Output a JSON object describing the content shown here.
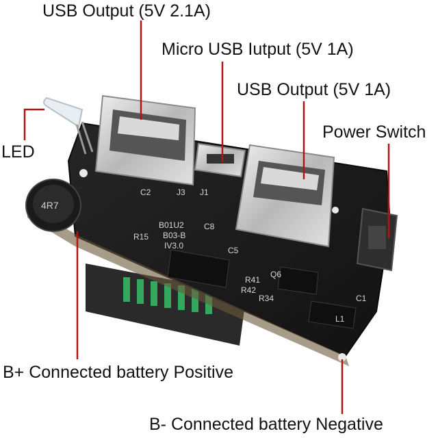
{
  "labels": {
    "usb_output_main": "USB Output (5V 2.1A)",
    "micro_usb": "Micro USB Iutput (5V 1A)",
    "usb_output_second": "USB Output (5V 1A)",
    "power_switch": "Power Switch",
    "led": "LED",
    "battery_positive": "B+ Connected battery Positive",
    "battery_negative": "B- Connected battery Negative"
  },
  "board": {
    "silkscreen": [
      "4R7",
      "B01U2",
      "B03-B",
      "IV3.0",
      "R15",
      "C8",
      "C2",
      "J3",
      "J1",
      "Q6",
      "R41",
      "R42",
      "R34",
      "C5",
      "L1",
      "C1"
    ]
  },
  "colors": {
    "leader_line": "#b01515",
    "pcb": "#1c1c1c",
    "usb_metal": "#c8c8c8"
  }
}
